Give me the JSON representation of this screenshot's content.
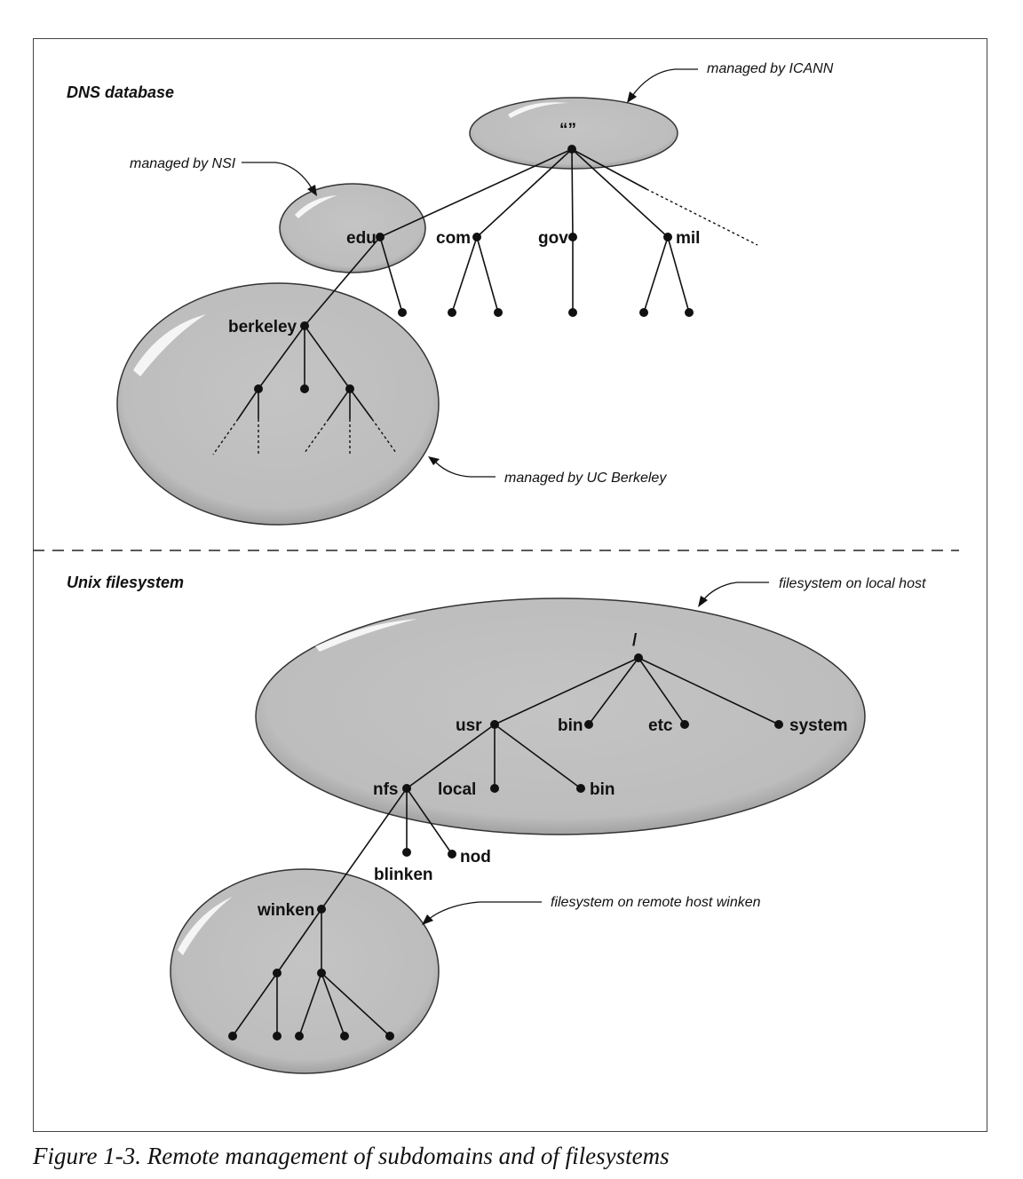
{
  "sections": {
    "dns": "DNS database",
    "unix": "Unix filesystem"
  },
  "notes": {
    "icann": "managed by ICANN",
    "nsi": "managed by NSI",
    "berkeley": "managed by UC Berkeley",
    "local_host": "filesystem on local host",
    "remote_host": "filesystem on remote host winken"
  },
  "dns_nodes": {
    "root": "“”",
    "edu": "edu",
    "com": "com",
    "gov": "gov",
    "mil": "mil",
    "berkeley": "berkeley"
  },
  "fs_nodes": {
    "root": "/",
    "usr": "usr",
    "bin_top": "bin",
    "etc": "etc",
    "system": "system",
    "nfs": "nfs",
    "local": "local",
    "bin_usr": "bin",
    "blinken": "blinken",
    "nod": "nod",
    "winken": "winken"
  },
  "caption": "Figure 1-3. Remote management of subdomains and of filesystems"
}
